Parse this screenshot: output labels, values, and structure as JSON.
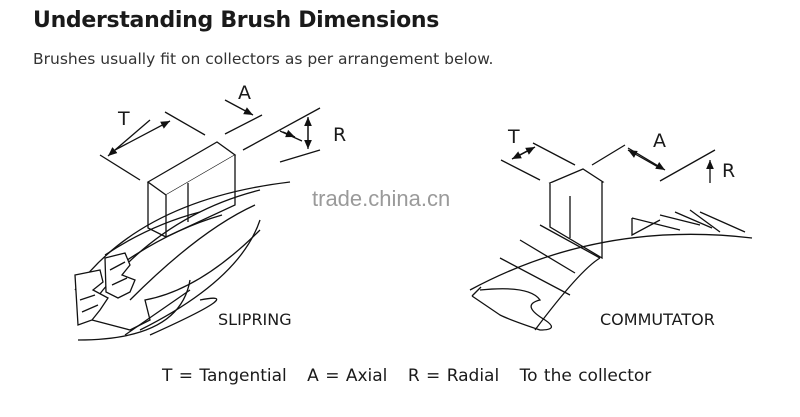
{
  "title": "Understanding Brush Dimensions",
  "subtitle": "Brushes usually fit on collectors as per arrangement below.",
  "watermark": "trade.china.cn",
  "slipring": {
    "caption": "SLIPRING",
    "t": "T",
    "a": "A",
    "r": "R"
  },
  "commutator": {
    "caption": "COMMUTATOR",
    "t": "T",
    "a": "A",
    "r": "R"
  },
  "legend": [
    "T = Tangential",
    "A = Axial",
    "R = Radial",
    "To the collector"
  ]
}
